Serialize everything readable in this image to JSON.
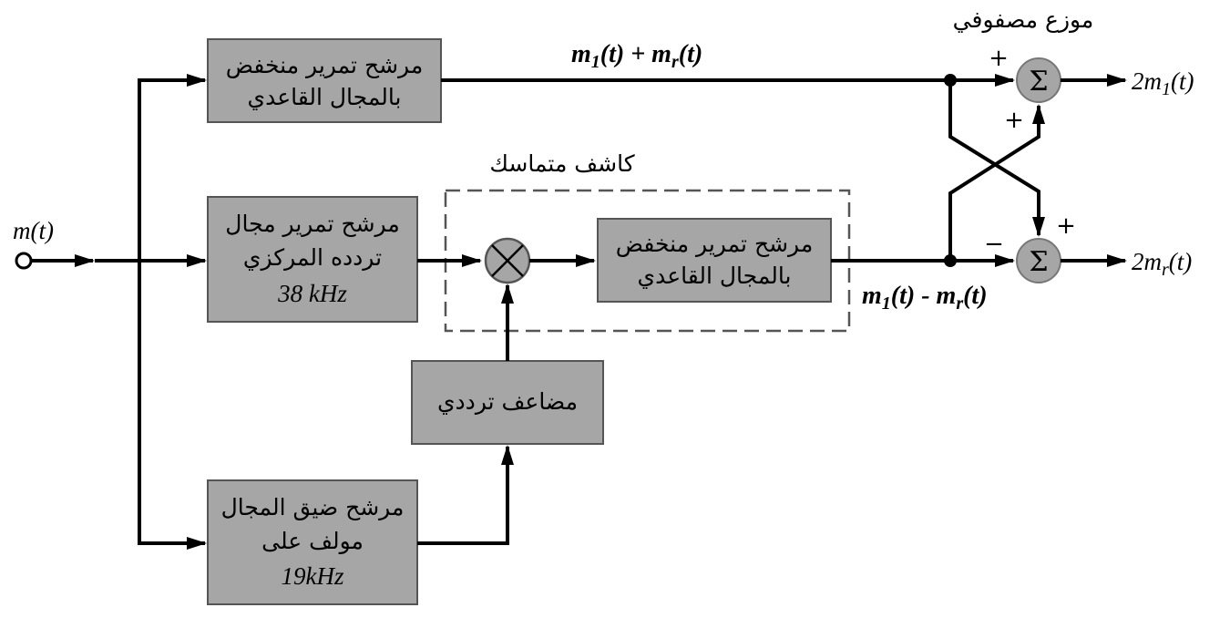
{
  "input_label": "m(t)",
  "blocks": {
    "lpf_top": {
      "line1": "مرشح تمرير منخفض",
      "line2": "بالمجال القاعدي"
    },
    "bpf_38": {
      "line1": "مرشح تمرير مجال",
      "line2": "تردده المركزي",
      "line3": "38 kHz"
    },
    "narrow_19": {
      "line1": "مرشح ضيق المجال",
      "line2": "مولف على",
      "line3": "19kHz"
    },
    "doubler": {
      "line1": "مضاعف ترددي"
    },
    "lpf_mid": {
      "line1": "مرشح تمرير منخفض",
      "line2": "بالمجال القاعدي"
    }
  },
  "coherent_detector_label": "كاشف متماسك",
  "matrix_label": "موزع مصفوفي",
  "signals": {
    "top_m": "m",
    "top_1": "1",
    "top_t1": "(t) + m",
    "top_r": "r",
    "top_t2": "(t)",
    "bot_m": "m",
    "bot_1": "1",
    "bot_t1": "(t) - m",
    "bot_r": "r",
    "bot_t2": "(t)"
  },
  "outputs": {
    "out1_pre": "2m",
    "out1_sub": "1",
    "out1_post": "(t)",
    "out2_pre": "2m",
    "out2_sub": "r",
    "out2_post": "(t)"
  },
  "sum_symbol": "Σ",
  "signs": {
    "s1_top": "+",
    "s1_bottom": "+",
    "s2_top": "+",
    "s2_left": "−"
  }
}
